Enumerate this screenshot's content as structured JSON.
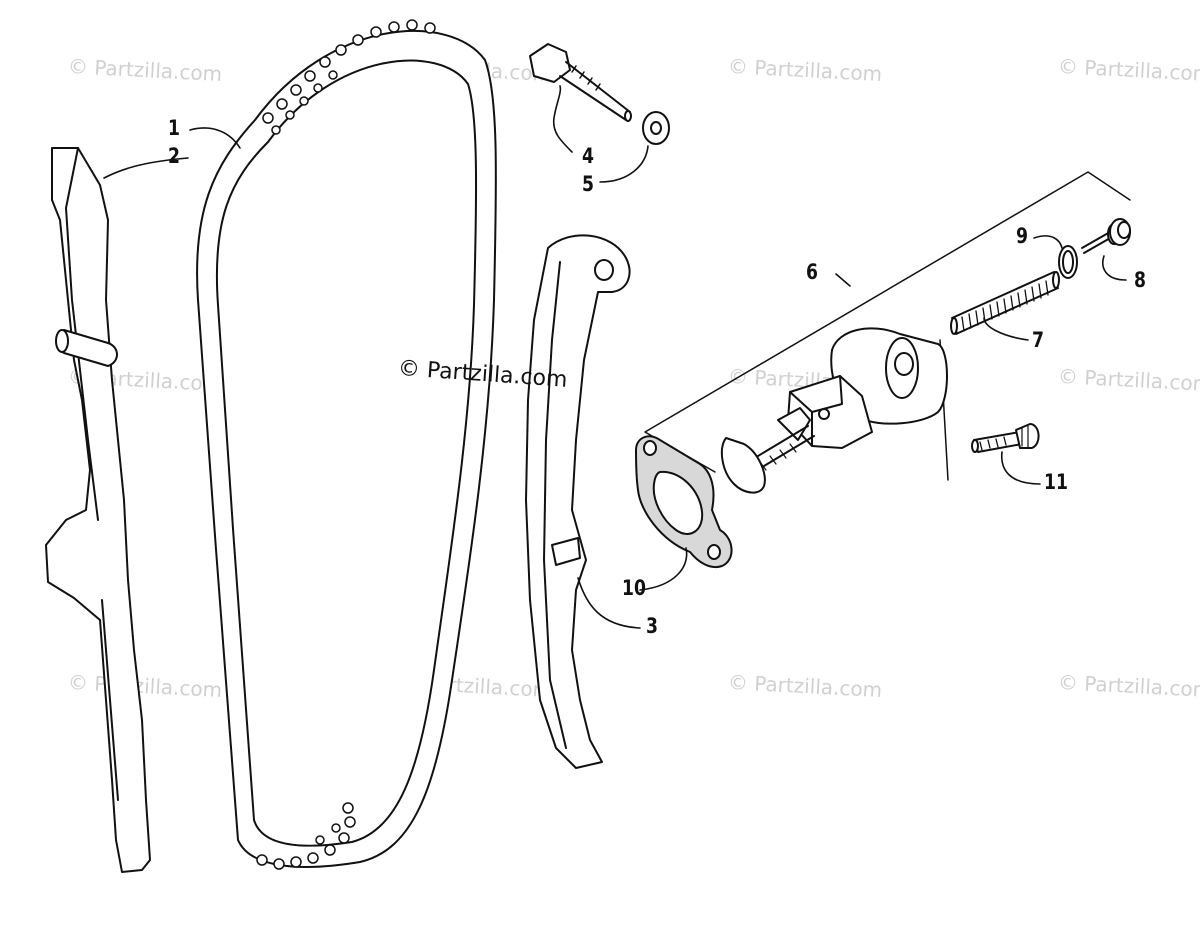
{
  "watermarks": {
    "corner_text": "© Partzilla.com",
    "center_text": "© Partzilla.com"
  },
  "callouts": [
    {
      "id": "1",
      "label": "1"
    },
    {
      "id": "2",
      "label": "2"
    },
    {
      "id": "3",
      "label": "3"
    },
    {
      "id": "4",
      "label": "4"
    },
    {
      "id": "5",
      "label": "5"
    },
    {
      "id": "6",
      "label": "6"
    },
    {
      "id": "7",
      "label": "7"
    },
    {
      "id": "8",
      "label": "8"
    },
    {
      "id": "9",
      "label": "9"
    },
    {
      "id": "10",
      "label": "10"
    },
    {
      "id": "11",
      "label": "11"
    }
  ],
  "colors": {
    "line": "#111111",
    "part_fill": "#ffffff",
    "gasket_fill": "#d8d8d8",
    "watermark": "#d0d0d0"
  }
}
